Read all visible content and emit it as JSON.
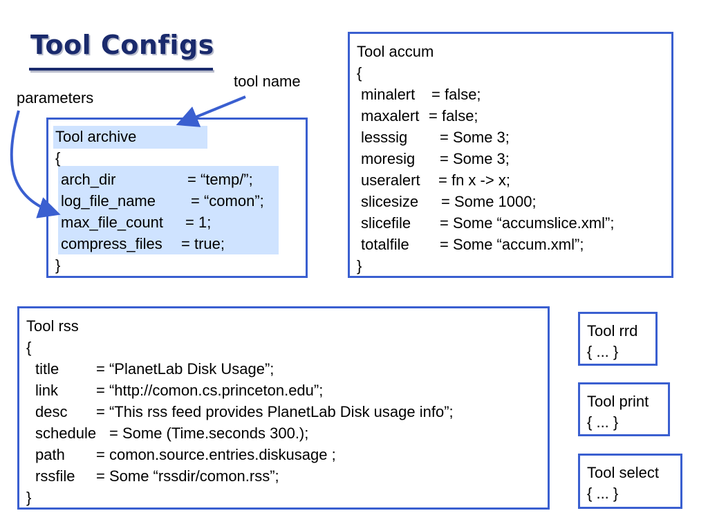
{
  "title": "Tool Configs",
  "annotations": {
    "tool_name": "tool name",
    "parameters": "parameters"
  },
  "archive": {
    "header": "Tool archive",
    "open": "{",
    "close": "}",
    "params": [
      {
        "name": "arch_dir",
        "value": "= “temp/”;"
      },
      {
        "name": "log_file_name",
        "value": "= “comon”;"
      },
      {
        "name": "max_file_count",
        "value": "= 1;"
      },
      {
        "name": "compress_files",
        "value": "= true;"
      }
    ]
  },
  "accum": {
    "header": "Tool accum",
    "open": "{",
    "close": "}",
    "params": [
      {
        "name": "minalert",
        "value": "= false;"
      },
      {
        "name": "maxalert",
        "value": "= false;"
      },
      {
        "name": "lesssig",
        "value": "= Some 3;"
      },
      {
        "name": "moresig",
        "value": "= Some 3;"
      },
      {
        "name": "useralert",
        "value": "= fn x -> x;"
      },
      {
        "name": "slicesize",
        "value": "= Some 1000;"
      },
      {
        "name": "slicefile",
        "value": "= Some “accumslice.xml”;"
      },
      {
        "name": "totalfile",
        "value": "= Some “accum.xml”;"
      }
    ]
  },
  "rss": {
    "header": "Tool rss",
    "open": "{",
    "close": "}",
    "params": [
      {
        "name": "title",
        "value": "= “PlanetLab Disk Usage”;"
      },
      {
        "name": "link",
        "value": "= “http://comon.cs.princeton.edu”;"
      },
      {
        "name": "desc",
        "value": "= “This rss feed provides PlanetLab Disk usage info”;"
      },
      {
        "name": "schedule",
        "value": "= Some (Time.seconds 300.);"
      },
      {
        "name": "path",
        "value": "= comon.source.entries.diskusage ;"
      },
      {
        "name": "rssfile",
        "value": "= Some “rssdir/comon.rss”;"
      }
    ]
  },
  "small_tools": [
    {
      "header": "Tool rrd",
      "body": "{ ... }"
    },
    {
      "header": "Tool print",
      "body": "{ ... }"
    },
    {
      "header": "Tool select",
      "body": "{ ... }"
    }
  ],
  "colors": {
    "border": "#3a5fd0",
    "highlight": "#cfe3ff",
    "title": "#1a2a6c"
  }
}
